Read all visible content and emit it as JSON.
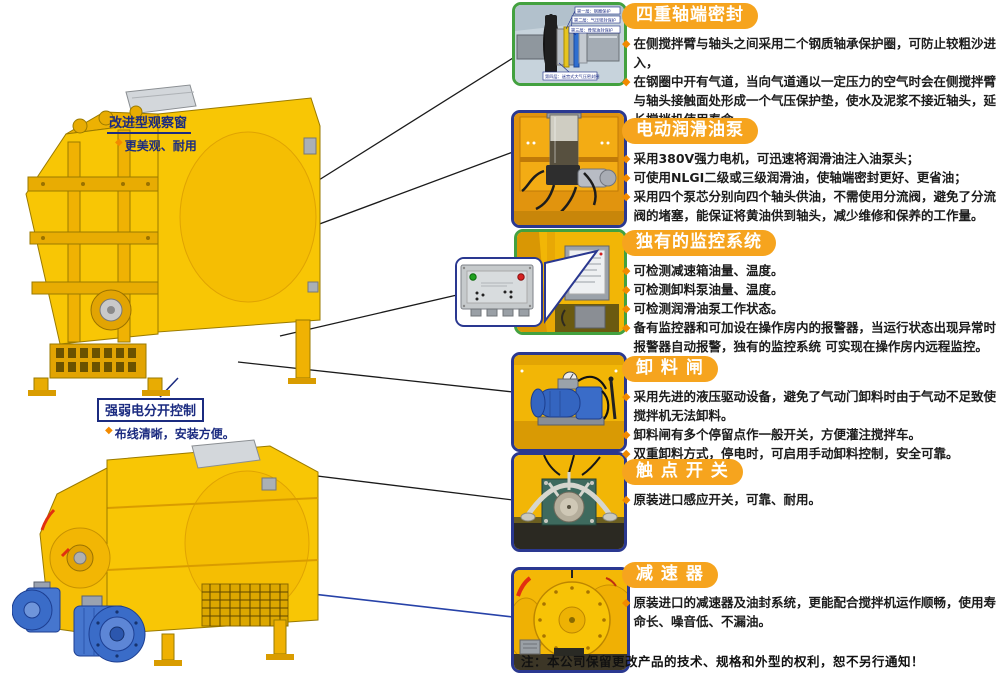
{
  "colors": {
    "header_bg": "#F6A41E",
    "header_text": "#ffffff",
    "bullet_diamond": "#F28A00",
    "body_text": "#1c1c1c",
    "callout_navy": "#1b2b80",
    "photo_border_green": "#43a13f",
    "photo_border_navy": "#2a3890",
    "machine_yellow": "#F8C605",
    "motor_blue": "#3a6cc8",
    "connector_black": "#1a1a1a",
    "connector_blue": "#2742a8"
  },
  "callouts": [
    {
      "title": "改进型观察窗",
      "diamond": "◆",
      "sub": "更美观、耐用"
    },
    {
      "title": "强弱电分开控制",
      "diamond": "◆",
      "sub": "布线清晰，安装方便。"
    }
  ],
  "sections": [
    {
      "title": "四重轴端密封",
      "bullets": [
        "在侧搅拌臂与轴头之间采用二个钢质轴承保护圈，可防止较粗沙进入，",
        "在钢圈中开有气道，当向气道通以一定压力的空气时会在侧搅拌臂与轴头接触面处形成一个气压保护垫，使水及泥浆不接近轴头，延长搅拌机使用寿命。"
      ]
    },
    {
      "title": "电动润滑油泵",
      "bullets": [
        "采用380V强力电机，可迅速将润滑油注入油泵头；",
        "可使用NLGI二级或三级润滑油，使轴端密封更好、更省油；",
        "采用四个泵芯分别向四个轴头供油，不需使用分流阀，避免了分流阀的堵塞，能保证将黄油供到轴头，减少维修和保养的工作量。"
      ]
    },
    {
      "title": "独有的监控系统",
      "bullets": [
        "可检测减速箱油量、温度。",
        "可检测卸料泵油量、温度。",
        "可检测润滑油泵工作状态。",
        "备有监控器和可加设在操作房内的报警器，当运行状态出现异常时报警器自动报警，独有的监控系统 可实现在操作房内远程监控。"
      ]
    },
    {
      "title": "卸 料 闸",
      "bullets": [
        "采用先进的液压驱动设备，避免了气动门卸料时由于气动不足致使搅拌机无法卸料。",
        "卸料闸有多个停留点作一般开关，方便灌注搅拌车。",
        "双重卸料方式，停电时，可启用手动卸料控制，安全可靠。"
      ]
    },
    {
      "title": "触 点 开 关",
      "bullets": [
        "原装进口感应开关，可靠、耐用。"
      ]
    },
    {
      "title": "减 速 器",
      "bullets": [
        "原装进口的减速器及油封系统，更能配合搅拌机运作顺畅，使用寿命长、噪音低、不漏油。"
      ]
    }
  ],
  "seal_labels": [
    "第一层：钢圈保护",
    "第二层：气压密封保护",
    "第三层：骨架油封保护",
    "第四层：迷宫式大气压密封圈"
  ],
  "footer": {
    "note": "注：本公司保留更改产品的技术、规格和外型的权利，恕不另行通知！"
  }
}
